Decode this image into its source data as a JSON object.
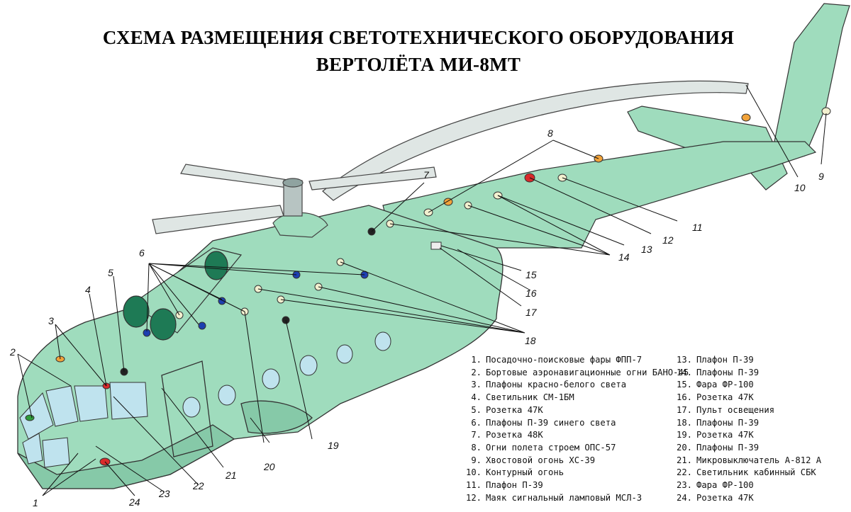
{
  "title": {
    "line1": "СХЕМА РАЗМЕЩЕНИЯ СВЕТОТЕХНИЧЕСКОГО ОБОРУДОВАНИЯ",
    "line2": "ВЕРТОЛЁТА МИ-8МТ"
  },
  "legend": {
    "left": [
      {
        "num": "1.",
        "text": "Посадочно-поисковые фары ФПП-7"
      },
      {
        "num": "2.",
        "text": "Бортовые аэронавигационные огни БАНО-45"
      },
      {
        "num": "3.",
        "text": "Плафоны красно-белого света"
      },
      {
        "num": "4.",
        "text": "Светильник СМ-1БМ"
      },
      {
        "num": "5.",
        "text": "Розетка 47К"
      },
      {
        "num": "6.",
        "text": "Плафоны П-39 синего света"
      },
      {
        "num": "7.",
        "text": "Розетка 48К"
      },
      {
        "num": "8.",
        "text": "Огни полета строем ОПС-57"
      },
      {
        "num": "9.",
        "text": "Хвостовой огонь ХС-39"
      },
      {
        "num": "10.",
        "text": "Контурный огонь"
      },
      {
        "num": "11.",
        "text": "Плафон П-39"
      },
      {
        "num": "12.",
        "text": "Маяк сигнальный ламповый МСЛ-3"
      }
    ],
    "right": [
      {
        "num": "13.",
        "text": "Плафон П-39"
      },
      {
        "num": "14.",
        "text": "Плафоны П-39"
      },
      {
        "num": "15.",
        "text": "Фара ФР-100"
      },
      {
        "num": "16.",
        "text": "Розетка 47К"
      },
      {
        "num": "17.",
        "text": "Пульт освещения"
      },
      {
        "num": "18.",
        "text": "Плафоны П-39"
      },
      {
        "num": "19.",
        "text": "Розетка 47К"
      },
      {
        "num": "20.",
        "text": "Плафоны П-39"
      },
      {
        "num": "21.",
        "text": "Микровыключатель А-812 А"
      },
      {
        "num": "22.",
        "text": "Светильник кабинный СБК"
      },
      {
        "num": "23.",
        "text": "Фара ФР-100"
      },
      {
        "num": "24.",
        "text": "Розетка 47К"
      }
    ]
  },
  "callouts": [
    "1",
    "2",
    "3",
    "4",
    "5",
    "6",
    "7",
    "8",
    "9",
    "10",
    "11",
    "12",
    "13",
    "14",
    "15",
    "16",
    "17",
    "18",
    "19",
    "20",
    "21",
    "22",
    "23",
    "24"
  ],
  "colors": {
    "fuselage": "#9fdcbd",
    "fuselage_dark": "#86c9a8",
    "rotor": "#dfe6e4",
    "window": "#bfe3ee",
    "intake": "#1e7a55",
    "light_white": "#f2f0cf",
    "light_blue": "#1d3fb0",
    "light_orange": "#f2a33a",
    "light_red": "#d92a2a",
    "socket": "#222222",
    "line": "#111111"
  }
}
